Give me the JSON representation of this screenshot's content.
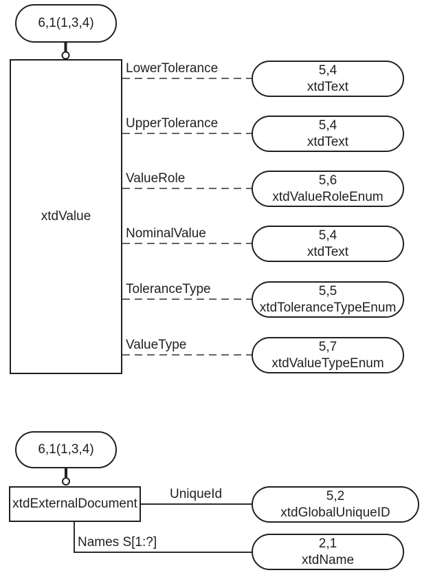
{
  "top_section": {
    "parent_ref": "6,1(1,3,4)",
    "entity": "xtdValue",
    "attributes": [
      {
        "label": "LowerTolerance",
        "ref": "5,4",
        "type": "xtdText"
      },
      {
        "label": "UpperTolerance",
        "ref": "5,4",
        "type": "xtdText"
      },
      {
        "label": "ValueRole",
        "ref": "5,6",
        "type": "xtdValueRoleEnum"
      },
      {
        "label": "NominalValue",
        "ref": "5,4",
        "type": "xtdText"
      },
      {
        "label": "ToleranceType",
        "ref": "5,5",
        "type": "xtdToleranceTypeEnum"
      },
      {
        "label": "ValueType",
        "ref": "5,7",
        "type": "xtdValueTypeEnum"
      }
    ]
  },
  "bottom_section": {
    "parent_ref": "6,1(1,3,4)",
    "entity": "xtdExternalDocument",
    "attributes": [
      {
        "label": "UniqueId",
        "ref": "5,2",
        "type": "xtdGlobalUniqueID"
      },
      {
        "label": "Names S[1:?]",
        "ref": "2,1",
        "type": "xtdName"
      }
    ]
  },
  "colors": {
    "ink": "#1f1f1f",
    "dashed_line": "#4d4d4d",
    "background": "#ffffff"
  }
}
